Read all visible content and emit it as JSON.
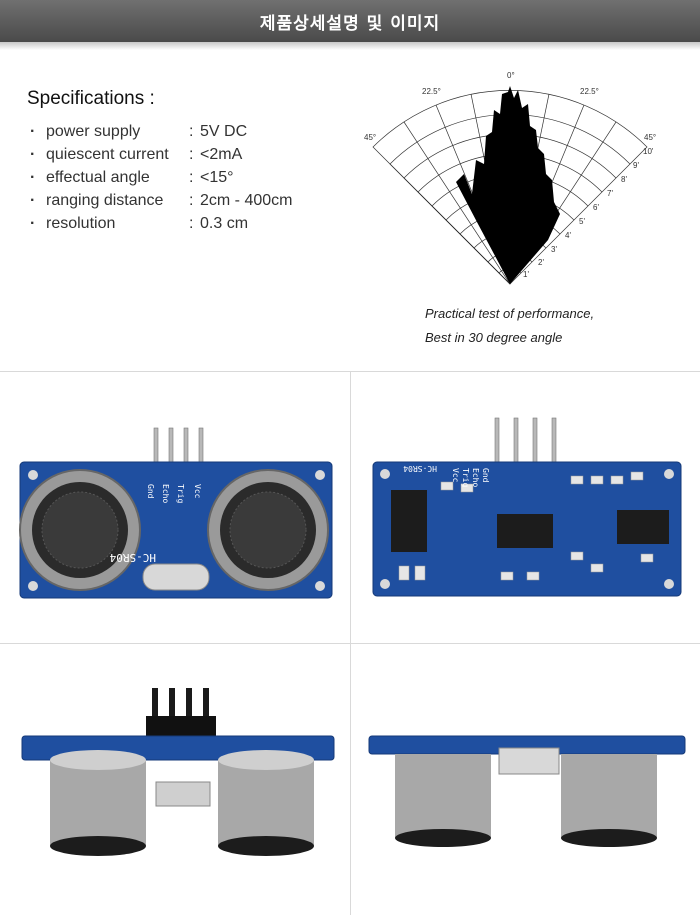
{
  "header": {
    "title": "제품상세설명 및 이미지"
  },
  "specs": {
    "title": "Specifications :",
    "items": [
      {
        "bullet": "·",
        "label": "power supply",
        "colon": ":",
        "value": "5V DC"
      },
      {
        "bullet": "·",
        "label": "quiescent current",
        "colon": ":",
        "value": "<2mA"
      },
      {
        "bullet": "·",
        "label": "effectual angle",
        "colon": ":",
        "value": "<15°"
      },
      {
        "bullet": "·",
        "label": "ranging distance",
        "colon": ":",
        "value": "2cm - 400cm"
      },
      {
        "bullet": "·",
        "label": "resolution",
        "colon": ":",
        "value": "0.3 cm"
      }
    ]
  },
  "polar": {
    "angle_labels": [
      "0°",
      "22.5°",
      "22.5°",
      "45°",
      "45°"
    ],
    "range_labels": [
      "1'",
      "2'",
      "3'",
      "4'",
      "5'",
      "6'",
      "7'",
      "8'",
      "9'",
      "10'"
    ],
    "caption_line1": "Practical test of performance,",
    "caption_line2": "Best in 30 degree angle"
  },
  "photos": {
    "front_labels": [
      "Gnd",
      "Echo",
      "Trig",
      "Vcc",
      "HC-SR04"
    ],
    "back_labels": [
      "Gnd",
      "Echo",
      "Trig",
      "Vcc",
      "HC-SR04"
    ]
  },
  "colors": {
    "pcb": "#1f4fa0",
    "pcb_dark": "#163a78",
    "header": "#5a5a5a"
  }
}
